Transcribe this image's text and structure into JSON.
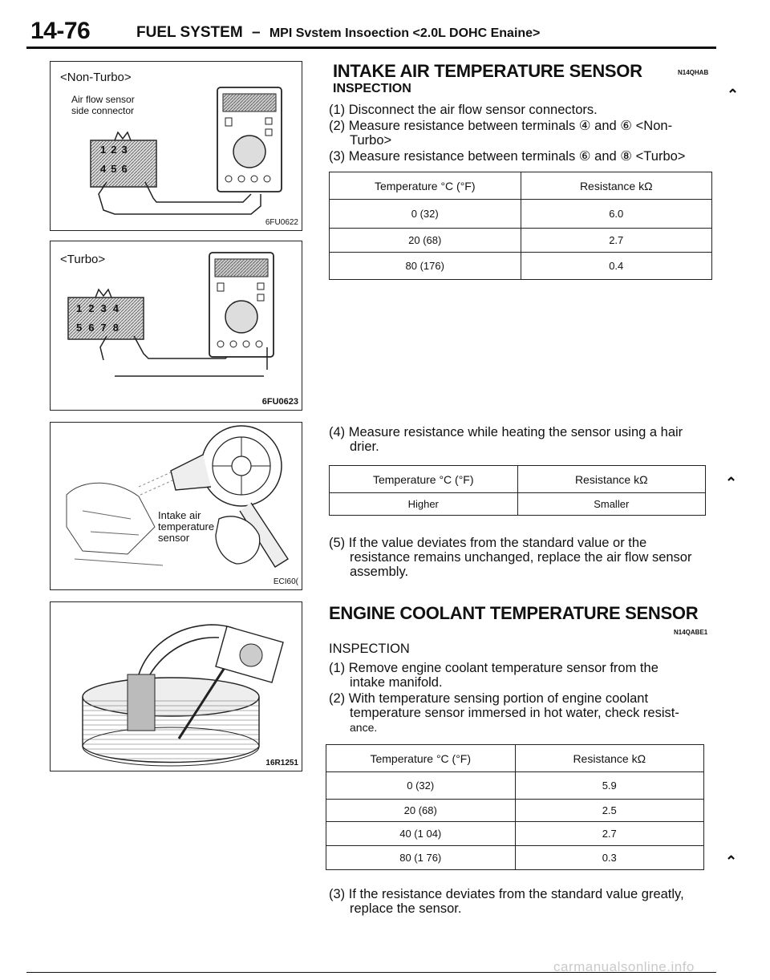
{
  "header": {
    "page_number": "14-76",
    "title_main": "FUEL SYSTEM",
    "title_dash": "–",
    "title_sub": "MPI Svstem Insoection <2.0L DOHC Enaine>"
  },
  "figures": {
    "non_turbo": {
      "label": "<Non-Turbo>",
      "callout_line1": "Air flow sensor",
      "callout_line2": "side connector",
      "terminals": [
        "1",
        "2",
        "3",
        "4",
        "5",
        "6"
      ],
      "code": "6FU0622"
    },
    "turbo": {
      "label": "<Turbo>",
      "terminals": [
        "1",
        "2",
        "3",
        "4",
        "5",
        "6",
        "7",
        "8"
      ],
      "code": "6FU0623"
    },
    "hair_drier": {
      "callout_line1": "Intake air",
      "callout_line2": "temperature",
      "callout_line3": "sensor",
      "code": "ECI60("
    },
    "hot_water": {
      "code": "16R1251"
    }
  },
  "iat": {
    "title": "INTAKE AIR TEMPERATURE SENSOR",
    "code": "N14QHAB",
    "subtitle": "INSPECTION",
    "step1": "(1) Disconnect the air flow sensor connectors.",
    "step2_line1": "(2) Measure resistance between terminals ④ and ⑥ <Non-",
    "step2_line2": "Turbo>",
    "step3": "(3) Measure resistance between terminals ⑥ and ⑧ <Turbo>",
    "table1": {
      "headers": [
        "Temperature °C (°F)",
        "Resistance kΩ"
      ],
      "rows": [
        [
          "0 (32)",
          "6.0"
        ],
        [
          "20 (68)",
          "2.7"
        ],
        [
          "80 (176)",
          "0.4"
        ]
      ]
    },
    "step4_line1": "(4) Measure resistance while heating the sensor using a hair",
    "step4_line2": "drier.",
    "table2": {
      "headers": [
        "Temperature °C (°F)",
        "Resistance kΩ"
      ],
      "rows": [
        [
          "Higher",
          "Smaller"
        ]
      ]
    },
    "step5_line1": "(5) If the value deviates from the standard value or the",
    "step5_line2": "resistance remains unchanged, replace the air flow sensor",
    "step5_line3": "assembly."
  },
  "ect": {
    "title": "ENGINE COOLANT TEMPERATURE SENSOR",
    "code": "N14QABE1",
    "subtitle": "INSPECTION",
    "step1_line1": "(1) Remove engine coolant temperature sensor from the",
    "step1_line2": "intake manifold.",
    "step2_line1": "(2) With temperature sensing portion of engine coolant",
    "step2_line2": "temperature sensor immersed in hot water, check resist-",
    "step2_line3": "ance.",
    "table": {
      "headers": [
        "Temperature °C (°F)",
        "Resistance kΩ"
      ],
      "rows": [
        [
          "0 (32)",
          "5.9"
        ],
        [
          "20 (68)",
          "2.5"
        ],
        [
          "40 (1 04)",
          "2.7"
        ],
        [
          "80 (1 76)",
          "0.3"
        ]
      ]
    },
    "step3_line1": "(3) If the resistance deviates from the standard value greatly,",
    "step3_line2": "replace the sensor."
  },
  "footer": {
    "watermark": "carmanualsonline.info"
  }
}
